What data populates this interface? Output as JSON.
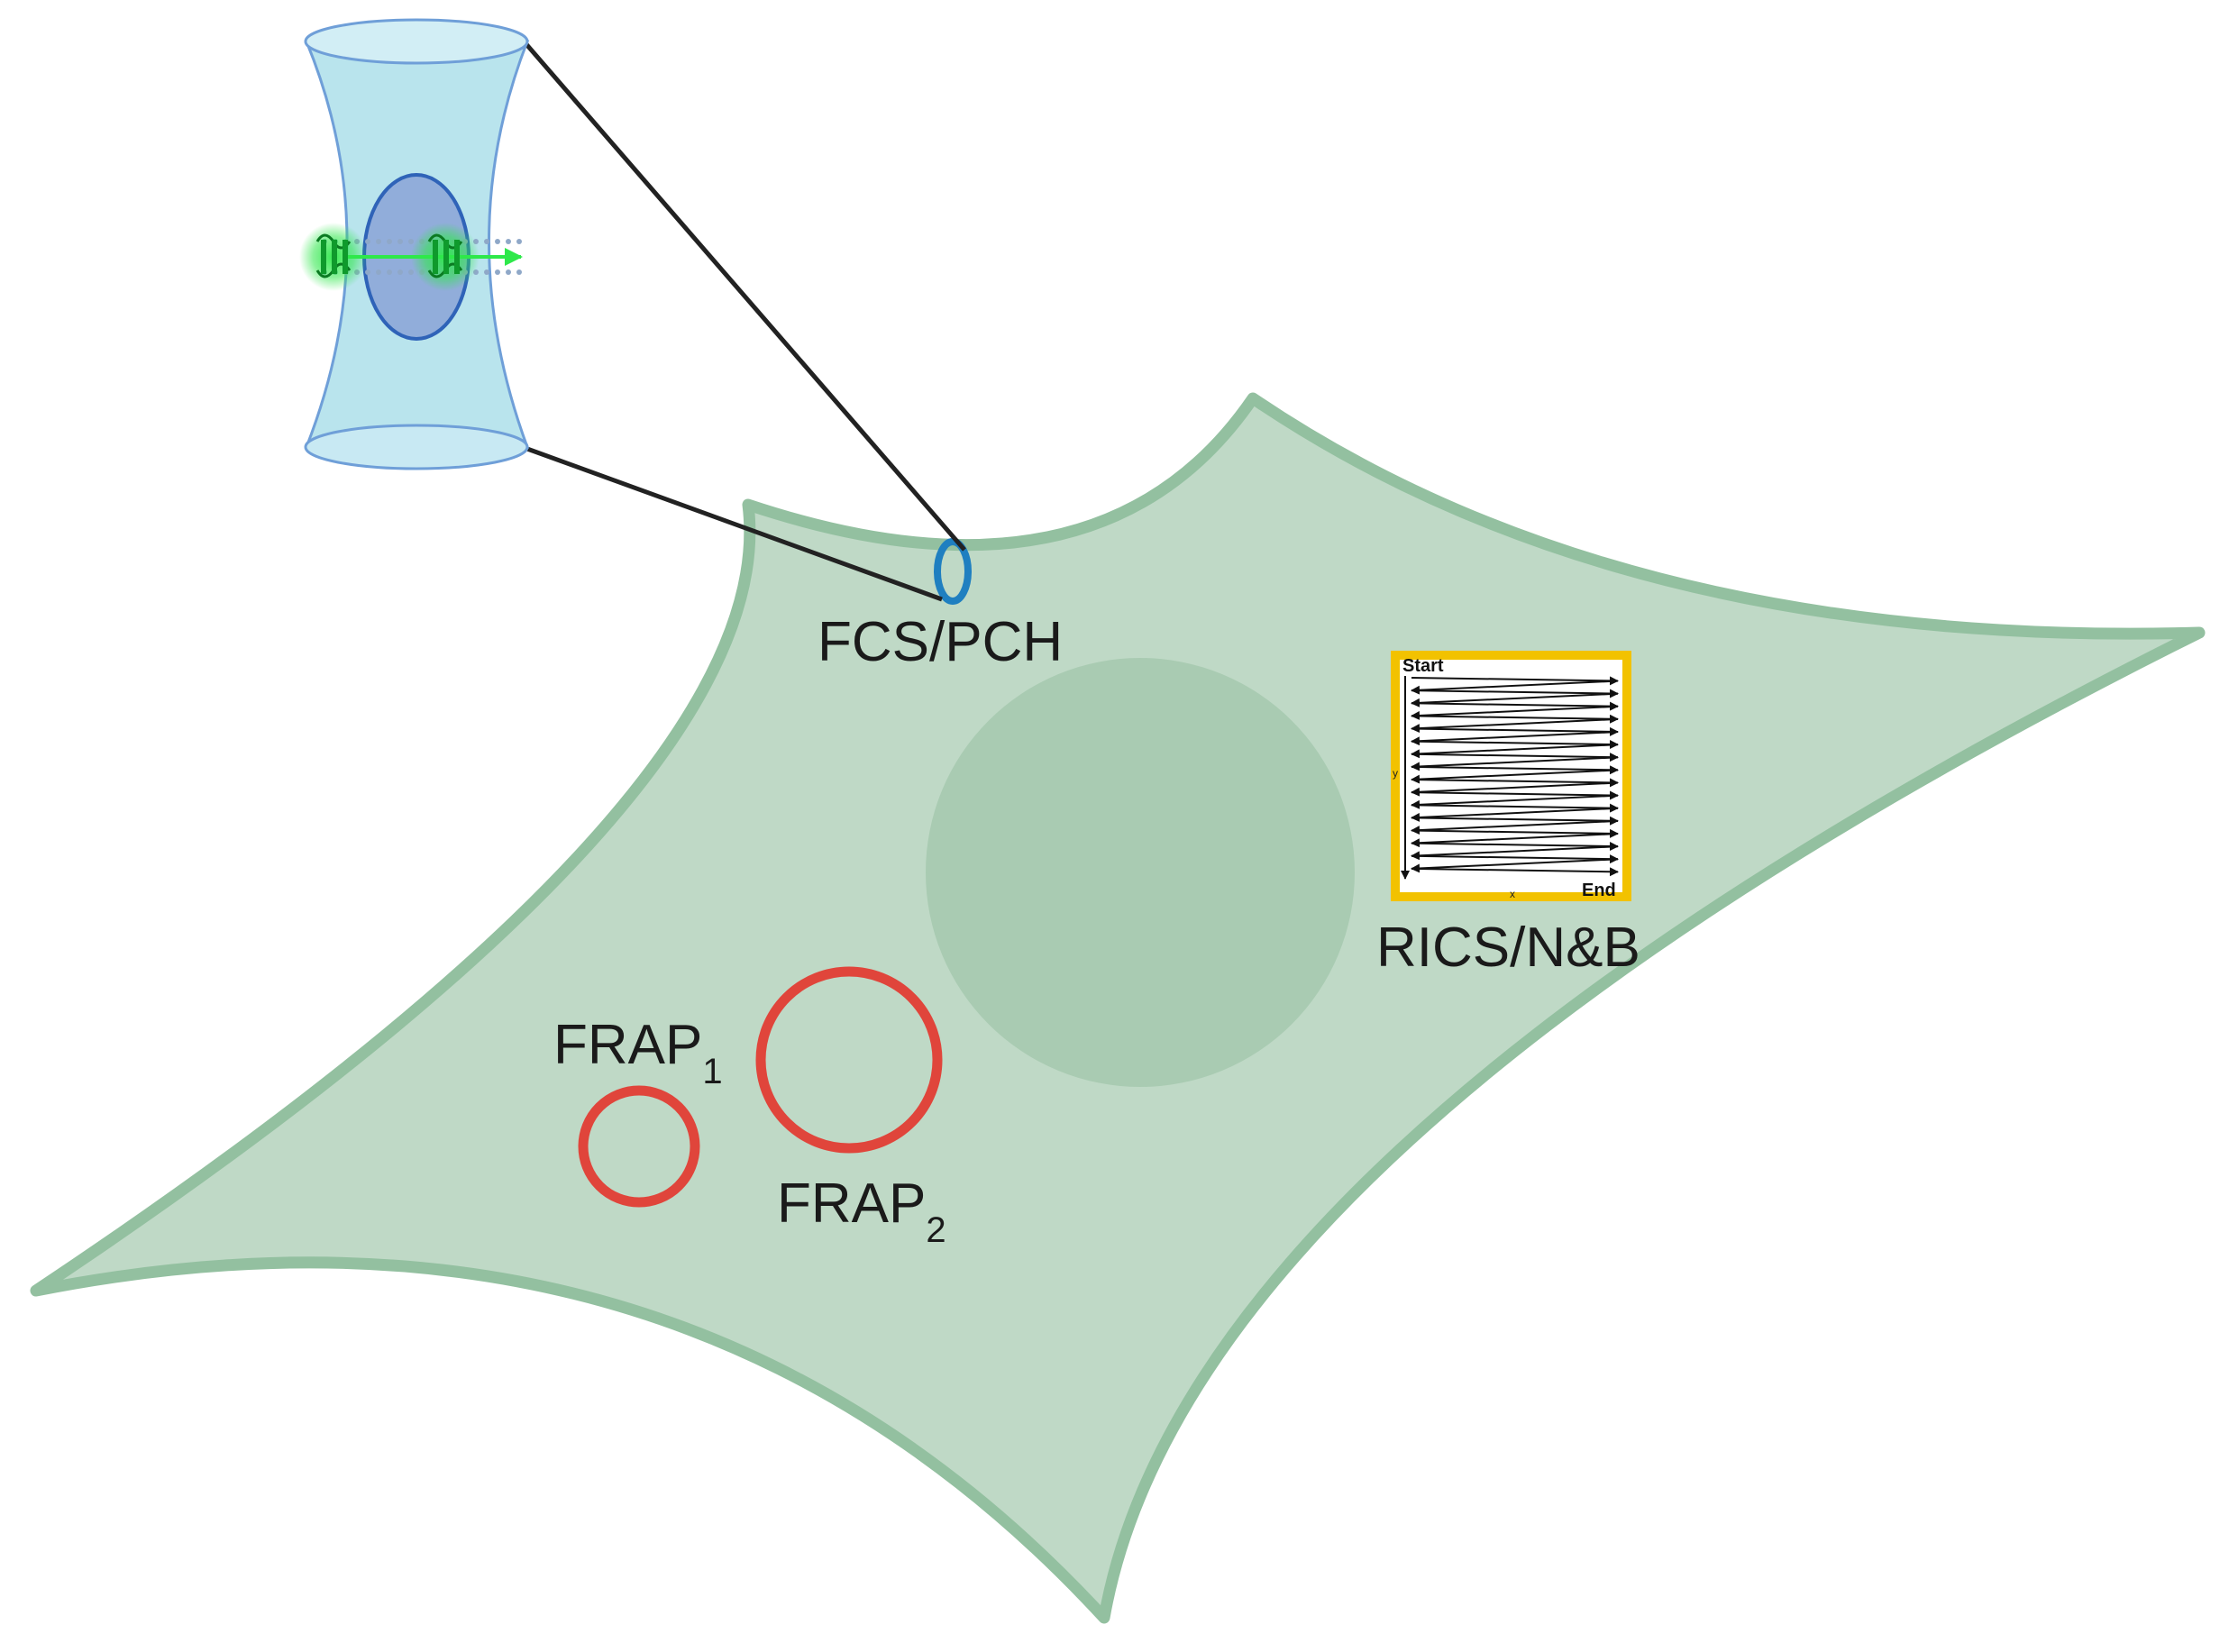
{
  "labels": {
    "fcs_pch": "FCS/PCH",
    "rics_nb": "RICS/N&B",
    "frap1_main": "FRAP",
    "frap1_sub": "1",
    "frap2_main": "FRAP",
    "frap2_sub": "2"
  },
  "raster_scan": {
    "start_label": "Start",
    "end_label": "End",
    "x_axis_label": "x",
    "y_axis_label": "y"
  },
  "colors": {
    "cell_fill": "#bfd9c6",
    "cell_outline": "#93c0a0",
    "nucleus_fill": "#a9cbb2",
    "frap_circle": "#e0453b",
    "fcs_spot": "#1f7fc0",
    "scan_frame": "#f2c200",
    "confocal_volume": "#a8dde9",
    "confocal_outline": "#6f9fd8",
    "focal_ellipse": "#6f8fc8",
    "fluorescent_protein": "#2ee84a"
  },
  "icons": {
    "confocal_volume": "hourglass-confocal-volume-icon",
    "fluorescent_protein": "green-fluorescent-protein-icon"
  }
}
